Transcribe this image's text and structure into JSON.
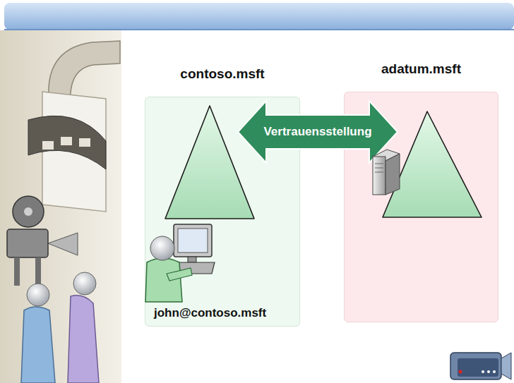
{
  "diagram": {
    "nodes": [
      {
        "text": [
          "contoso.msft"
        ]
      },
      {
        "text": [
          "adatum.msft"
        ]
      }
    ],
    "edges": [
      {
        "from": 0,
        "to": 1,
        "arrow": "both",
        "label": "Vertrauensstellung"
      }
    ],
    "labels": [
      "john@contoso.msft"
    ]
  }
}
